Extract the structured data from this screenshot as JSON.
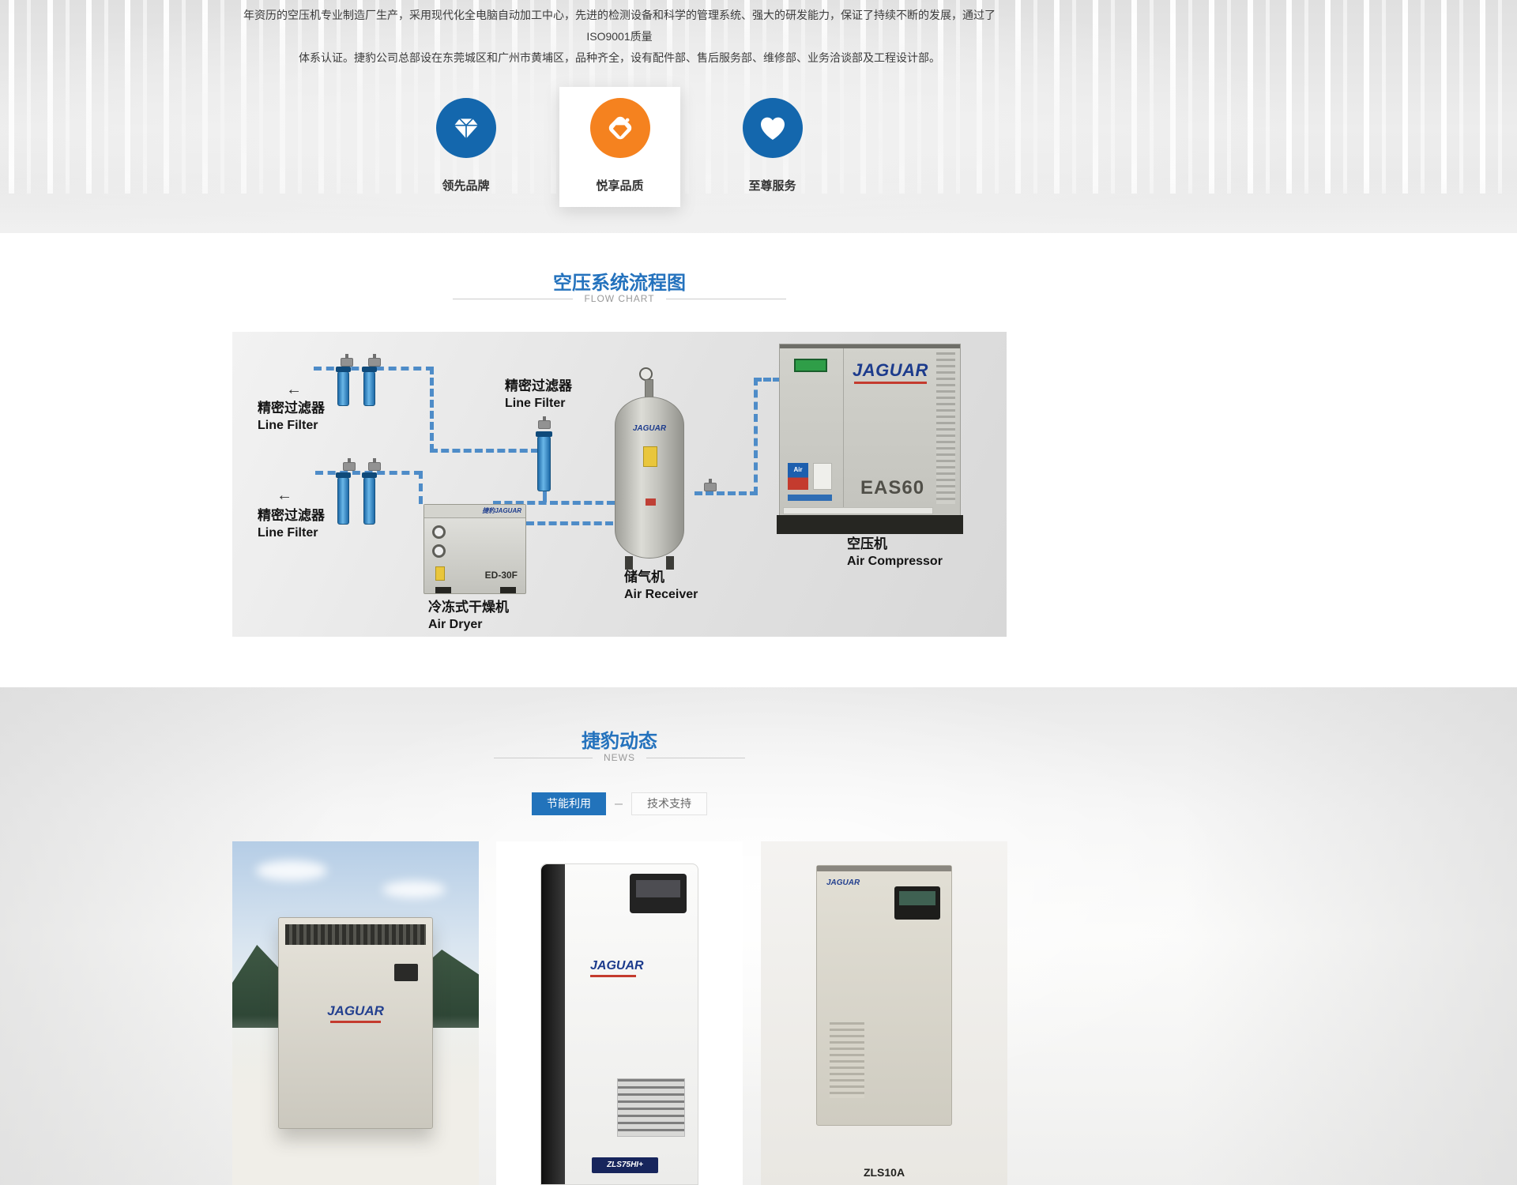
{
  "intro": {
    "line1": "年资历的空压机专业制造厂生产，采用现代化全电脑自动加工中心，先进的检测设备和科学的管理系统、强大的研发能力，保证了持续不断的发展，通过了ISO9001质量",
    "line2": "体系认证。捷豹公司总部设在东莞城区和广州市黄埔区，品种齐全，设有配件部、售后服务部、维修部、业务洽谈部及工程设计部。"
  },
  "features": {
    "items": [
      {
        "label": "领先品牌",
        "icon": "diamond-icon"
      },
      {
        "label": "悦享品质",
        "icon": "gem-badge-icon"
      },
      {
        "label": "至尊服务",
        "icon": "heart-icon"
      }
    ]
  },
  "flow": {
    "title": "空压系统流程图",
    "subtitle": "FLOW CHART",
    "arrow": "←",
    "labels": {
      "filter_cn": "精密过滤器",
      "filter_en": "Line Filter",
      "dryer_brand": "捷豹JAGUAR",
      "dryer_model": "ED-30F",
      "dryer_cn": "冷冻式干燥机",
      "dryer_en": "Air Dryer",
      "receiver_brand": "JAGUAR",
      "receiver_cn": "储气机",
      "receiver_en": "Air Receiver",
      "compressor_brand": "JAGUAR",
      "compressor_model": "EAS60",
      "compressor_cn": "空压机",
      "compressor_en": "Air Compressor"
    }
  },
  "news": {
    "title": "捷豹动态",
    "subtitle": "NEWS",
    "tabs": [
      {
        "label": "节能利用",
        "active": true
      },
      {
        "label": "技术支持",
        "active": false
      }
    ]
  },
  "products": {
    "items": [
      {
        "brand": "JAGUAR"
      },
      {
        "brand": "JAGUAR",
        "model": "ZLS75HI+"
      },
      {
        "brand": "JAGUAR",
        "model": "ZLS10A"
      }
    ]
  },
  "colors": {
    "accent_blue": "#2472bd",
    "icon_blue": "#1467ad",
    "icon_orange": "#f5821f",
    "tab_active": "#2273bb",
    "pipe_blue": "#4e8cc8"
  }
}
